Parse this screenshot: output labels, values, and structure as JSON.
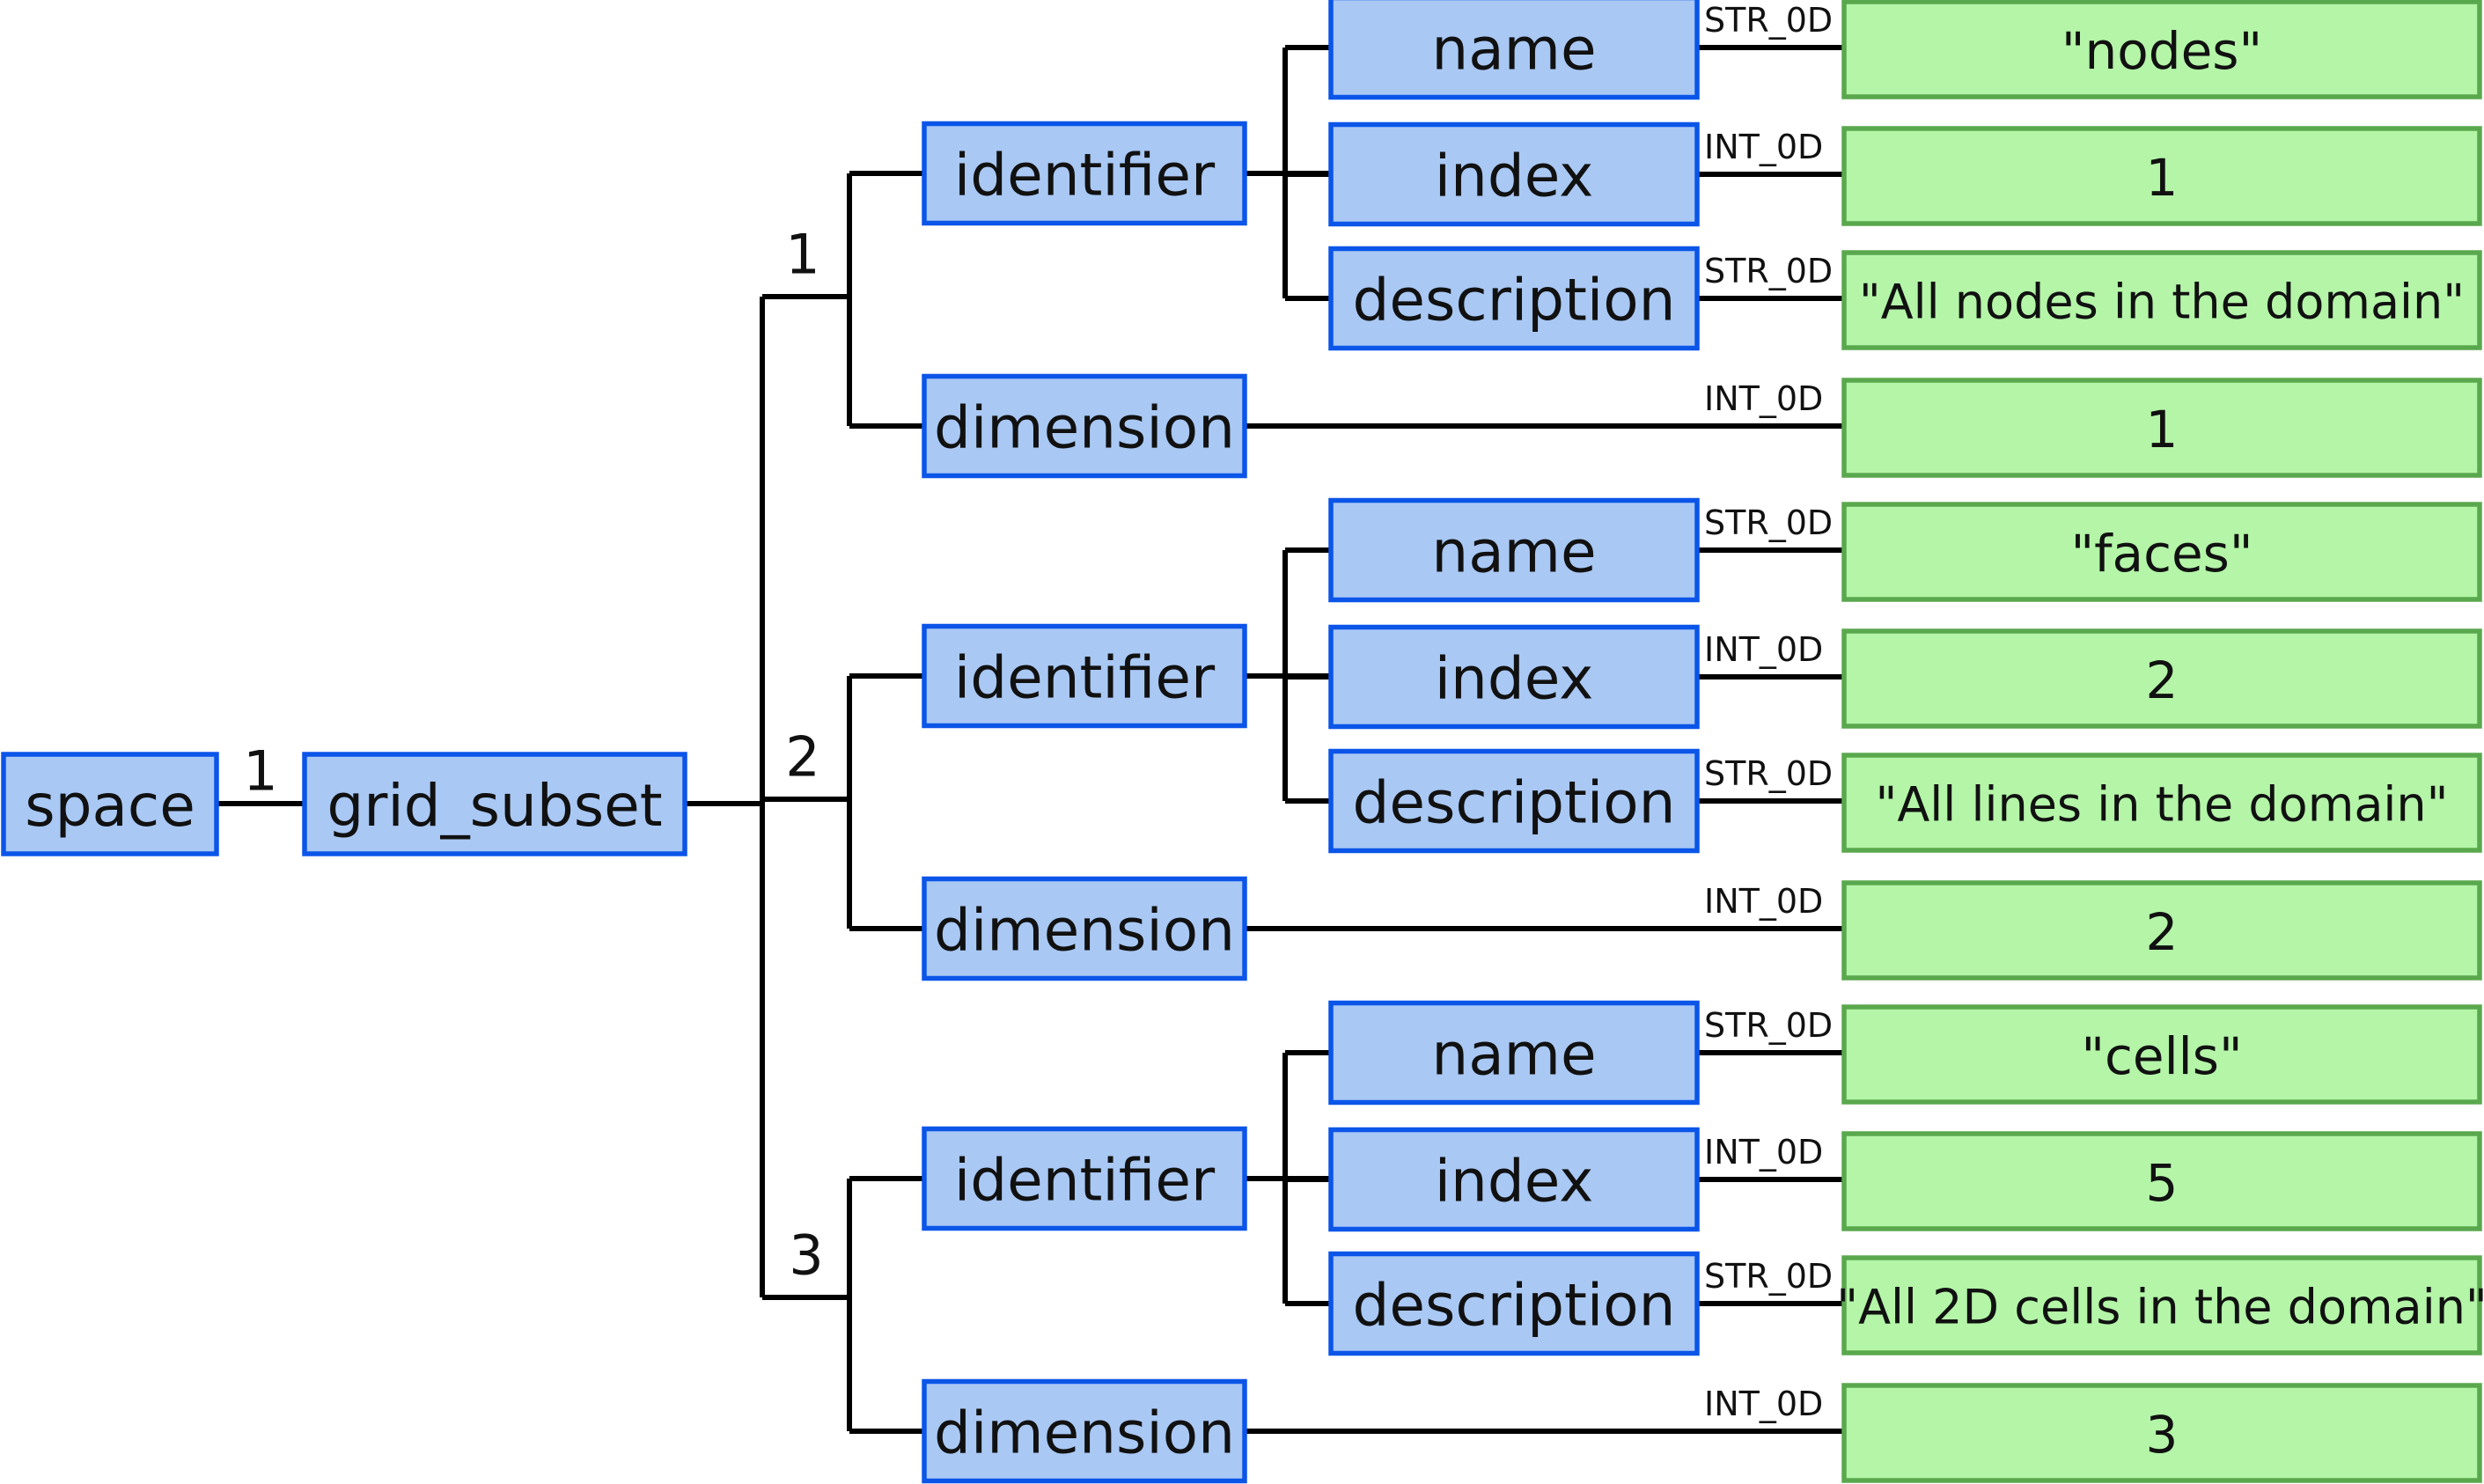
{
  "colors": {
    "node_fill": "#a9c8f4",
    "node_stroke": "#0b55e8",
    "value_fill": "#b4f5a8",
    "value_stroke": "#5aa84d",
    "line": "#000000"
  },
  "root": {
    "label": "space",
    "link_label": "1"
  },
  "grid_subset": {
    "label": "grid_subset"
  },
  "subsets": [
    {
      "index_label": "1",
      "identifier_label": "identifier",
      "fields": [
        {
          "label": "name",
          "type": "STR_0D",
          "value": "\"nodes\""
        },
        {
          "label": "index",
          "type": "INT_0D",
          "value": "1"
        },
        {
          "label": "description",
          "type": "STR_0D",
          "value": "\"All nodes in the domain\""
        }
      ],
      "dimension": {
        "label": "dimension",
        "type": "INT_0D",
        "value": "1"
      }
    },
    {
      "index_label": "2",
      "identifier_label": "identifier",
      "fields": [
        {
          "label": "name",
          "type": "STR_0D",
          "value": "\"faces\""
        },
        {
          "label": "index",
          "type": "INT_0D",
          "value": "2"
        },
        {
          "label": "description",
          "type": "STR_0D",
          "value": "\"All lines in the domain\""
        }
      ],
      "dimension": {
        "label": "dimension",
        "type": "INT_0D",
        "value": "2"
      }
    },
    {
      "index_label": "3",
      "identifier_label": "identifier",
      "fields": [
        {
          "label": "name",
          "type": "STR_0D",
          "value": "\"cells\""
        },
        {
          "label": "index",
          "type": "INT_0D",
          "value": "5"
        },
        {
          "label": "description",
          "type": "STR_0D",
          "value": "\"All 2D cells in the domain\""
        }
      ],
      "dimension": {
        "label": "dimension",
        "type": "INT_0D",
        "value": "3"
      }
    }
  ]
}
